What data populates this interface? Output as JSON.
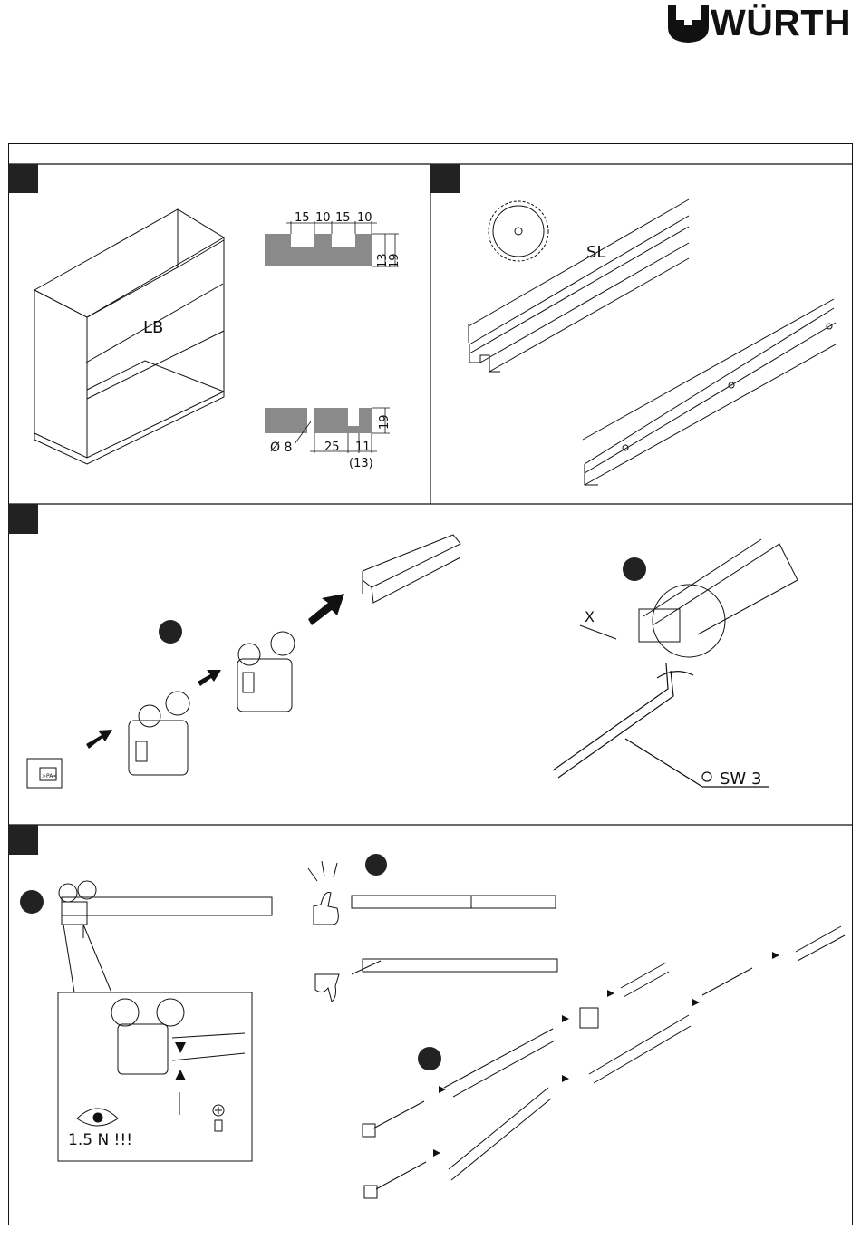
{
  "brand": {
    "name": "WÜRTH"
  },
  "panel1": {
    "cabinet_label": "LB",
    "top_dims": [
      "15",
      "10",
      "15",
      "10"
    ],
    "top_side_dims": [
      "13",
      "19"
    ],
    "bottom_dims": {
      "diameter": "Ø 8",
      "d1": "25",
      "d2": "11",
      "d3": "(13)",
      "height": "19"
    }
  },
  "panel2": {
    "saw_label": "SL"
  },
  "panel3": {
    "gap_label": "X",
    "tool_label": "SW 3",
    "roller_stamp": ">PA<"
  },
  "panel4": {
    "force_label": "1.5 N !!!"
  },
  "colors": {
    "line": "#111111",
    "section": "#8a8a8a",
    "marker": "#222222"
  }
}
